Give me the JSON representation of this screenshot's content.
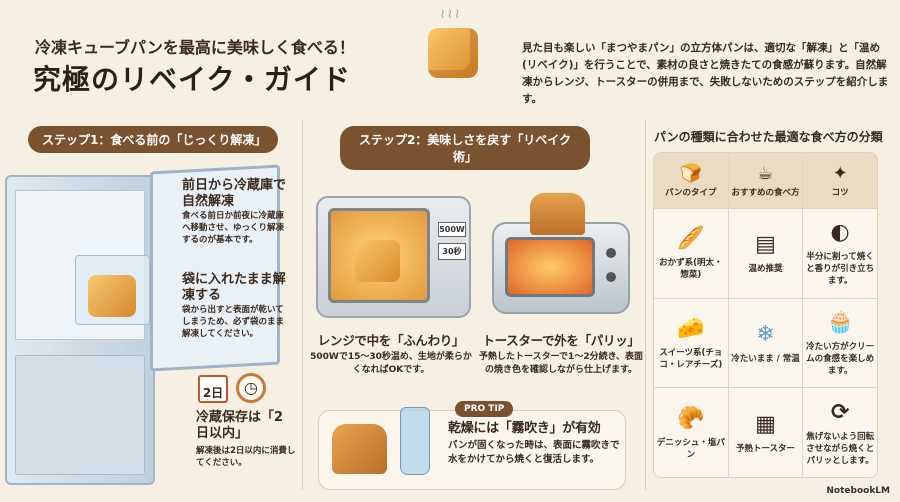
{
  "header": {
    "subtitle": "冷凍キューブパンを最高に美味しく食べる！",
    "title": "究極のリベイク・ガイド",
    "description": "見た目も楽しい「まつやまパン」の立方体パンは、適切な「解凍」と「温め(リベイク)」を行うことで、素材の良さと焼きたての食感が蘇ります。自然解凍からレンジ、トースターの併用まで、失敗しないためのステップを紹介します。"
  },
  "step1": {
    "label": "ステップ1：食べる前の「じっくり解凍」",
    "point1": {
      "title": "前日から冷蔵庫で自然解凍",
      "text": "食べる前日か前夜に冷蔵庫へ移動させ、ゆっくり解凍するのが基本です。"
    },
    "point2": {
      "title": "袋に入れたまま解凍する",
      "text": "袋から出すと表面が乾いてしまうため、必ず袋のまま解凍してください。"
    },
    "calendar": "2日",
    "storage": {
      "title": "冷蔵保存は「2日以内」",
      "text": "解凍後は2日以内に消費してください。"
    }
  },
  "step2": {
    "label": "ステップ2：美味しさを戻す「リベイク術」",
    "microwave": {
      "panel": [
        "500W",
        "30秒"
      ],
      "title": "レンジで中を「ふんわり」",
      "text": "500Wで15〜30秒温め、生地が柔らかくなればOKです。"
    },
    "toaster": {
      "title": "トースターで外を「パリッ」",
      "text": "予熱したトースターで1〜2分続き、表面の焼き色を確認しながら仕上げます。"
    },
    "protip": {
      "badge": "PRO TIP",
      "title": "乾燥には「霧吹き」が有効",
      "text": "パンが固くなった時は、表面に霧吹きで水をかけてから焼くと復活します。"
    }
  },
  "table": {
    "title": "パンの種類に合わせた最適な食べ方の分類",
    "headers": [
      "パンのタイプ",
      "おすすめの食べ方",
      "コツ"
    ],
    "rows": [
      {
        "type": "おかず系(明太・惣菜)",
        "method": "温め推奨",
        "tip": "半分に割って焼くと香りが引き立ちます。"
      },
      {
        "type": "スイーツ系(チョコ・レアチーズ)",
        "method": "冷たいまま / 常温",
        "tip": "冷たい方がクリームの食感を楽しめます。"
      },
      {
        "type": "デニッシュ・塩パン",
        "method": "予熱トースター",
        "tip": "焦げないよう回転させながら焼くとパリッとします。"
      }
    ]
  },
  "footer": {
    "brand": "NotebookLM"
  },
  "colors": {
    "accent": "#7a5230",
    "background": "#f6f0e3"
  }
}
